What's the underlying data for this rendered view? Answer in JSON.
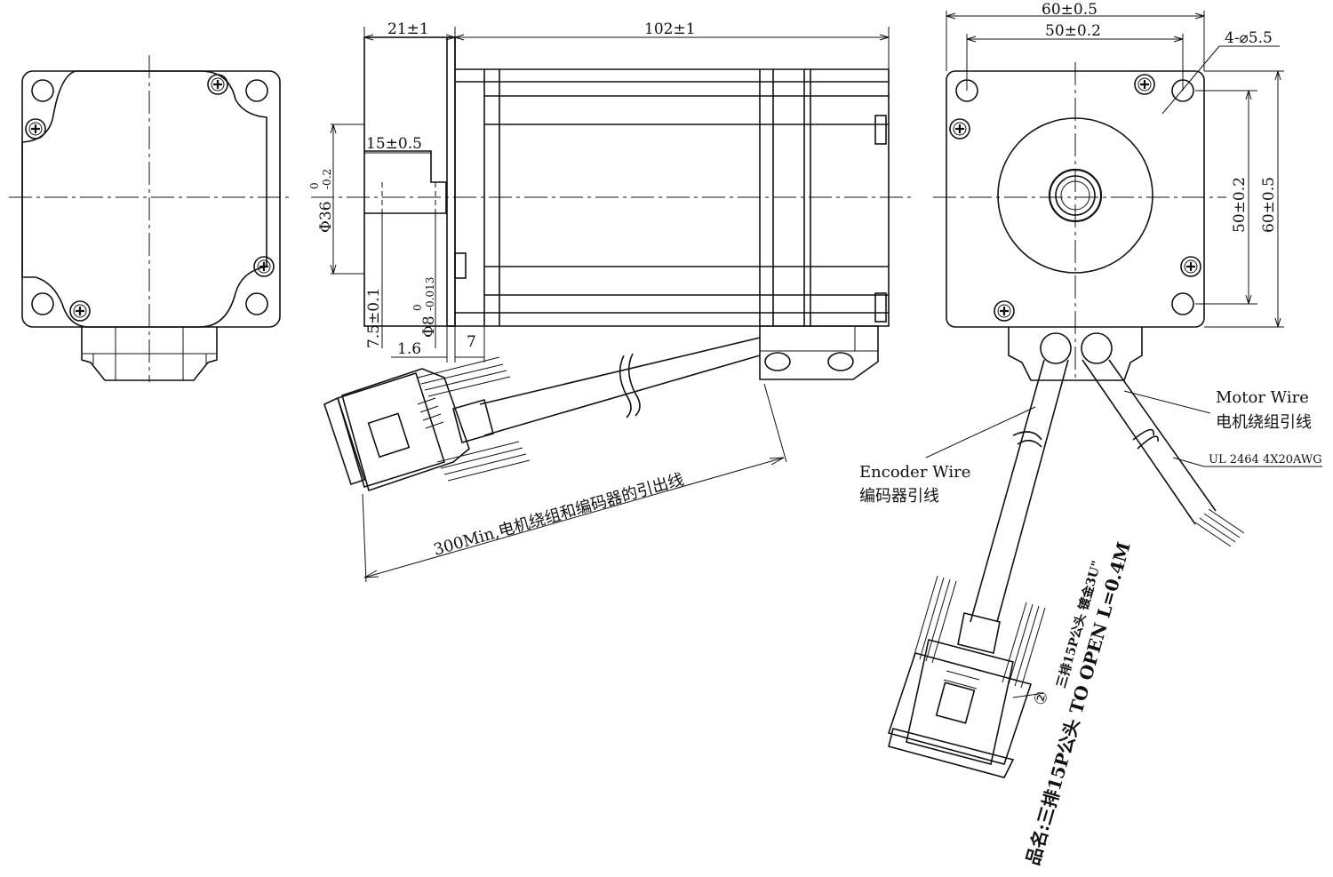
{
  "dimensions": {
    "length_21": "21±1",
    "length_102": "102±1",
    "shaft_15": "15±0.5",
    "dia_36": "Φ36",
    "dia_36_tol_upper": "0",
    "dia_36_tol_lower": "-0.2",
    "key_7_5": "7.5±0.1",
    "dia_8": "Φ8",
    "dia_8_tol_upper": "0",
    "dia_8_tol_lower": "-0.013",
    "flange_1_6": "1.6",
    "flange_7": "7",
    "width_60": "60±0.5",
    "pitch_50": "50±0.2",
    "holes": "4-⌀5.5",
    "pitch_50_v": "50±0.2",
    "height_60_v": "60±0.5"
  },
  "labels": {
    "lead_length": "300Min,电机绕组和编码器的引出线",
    "encoder_wire_en": "Encoder Wire",
    "encoder_wire_cn": "编码器引线",
    "motor_wire_en": "Motor Wire",
    "motor_wire_cn": "电机绕组引线",
    "motor_wire_spec": "UL 2464 4X20AWG",
    "connector_callout_num": "②",
    "connector_callout_text": "三排15P公头 镀金3U\"",
    "connector_spec": "品名:三排15P公头 TO OPEN L=0.4M"
  }
}
